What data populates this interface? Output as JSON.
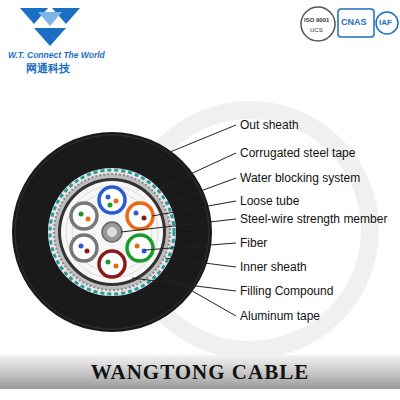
{
  "diagram": {
    "nodes": [
      {
        "text": [
          "WANGTONG CABLE"
        ]
      }
    ],
    "labels": [
      "W.T. Connect The World",
      "网通科技",
      "ISO 9001",
      "UCS",
      "CNAS",
      "IAF",
      "Out sheath",
      "Corrugated steel tape",
      "Water blocking system",
      "Loose tube",
      "Steel-wire strength member",
      "Fiber",
      "Inner sheath",
      "Filling Compound",
      "Aluminum tape"
    ]
  }
}
